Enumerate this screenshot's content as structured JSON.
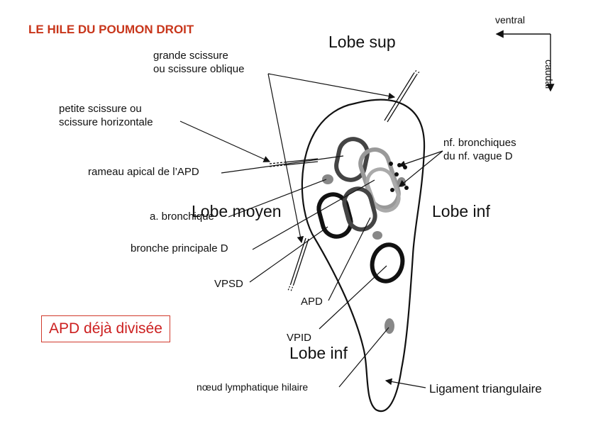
{
  "title": "LE HILE DU POUMON DROIT",
  "orientation": {
    "horizontal": "ventral",
    "vertical": "caudal"
  },
  "lobes": {
    "sup": "Lobe sup",
    "moyen": "Lobe moyen",
    "inf_right": "Lobe inf",
    "inf_bottom": "Lobe inf"
  },
  "labels": {
    "grande_scissure": [
      "grande scissure",
      "ou scissure oblique"
    ],
    "petite_scissure": [
      "petite scissure ou",
      "scissure horizontale"
    ],
    "rameau_apical": "rameau apical de l’APD",
    "a_bronchique": "a. bronchique",
    "bronche_principale": "bronche principale D",
    "vpsd": "VPSD",
    "apd": "APD",
    "vpid": "VPID",
    "nf_bronchiques": [
      "nf. bronchiques",
      "du nf. vague D"
    ],
    "noeud_lymphatique": "nœud lymphatique hilaire",
    "ligament": "Ligament triangulaire"
  },
  "note": "APD déjà divisée",
  "colors": {
    "title": "#c8361b",
    "note_text": "#cc1f1f",
    "note_border": "#d13a2c",
    "outline": "#111111",
    "vessel_fill": "#777777",
    "node_fill": "#888888",
    "bronchus_fill": "#c8c8c8"
  }
}
